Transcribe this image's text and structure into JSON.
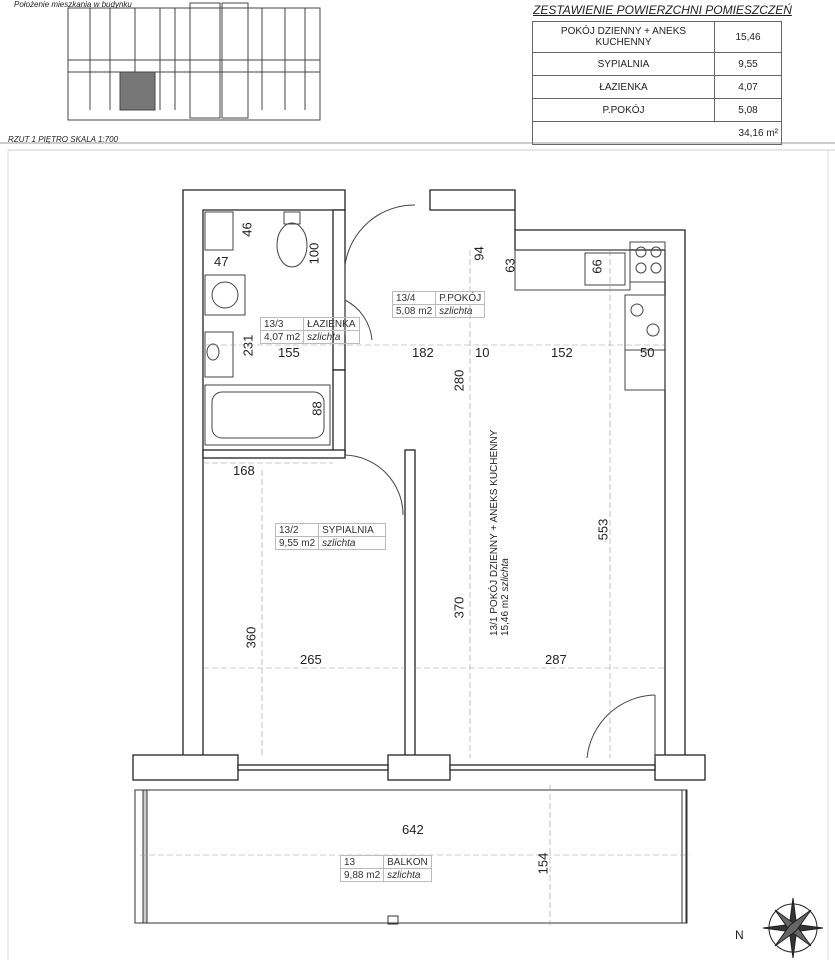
{
  "header": {
    "location_label": "Położenie mieszkania w budynku",
    "floor_label": "RZUT 1 PIĘTRO SKALA 1:700"
  },
  "summary": {
    "title": "ZESTAWIENIE POWIERZCHNI POMIESZCZEŃ",
    "rows": [
      {
        "name": "POKÓJ DZIENNY + ANEKS KUCHENNY",
        "area": "15,46"
      },
      {
        "name": "SYPIALNIA",
        "area": "9,55"
      },
      {
        "name": "ŁAZIENKA",
        "area": "4,07"
      },
      {
        "name": "P.POKÓJ",
        "area": "5,08"
      }
    ],
    "total": "34,16 m²"
  },
  "rooms": {
    "bath": {
      "num": "13/3",
      "name": "ŁAZIENKA",
      "area": "4,07 m2",
      "finish": "szlichta"
    },
    "hall": {
      "num": "13/4",
      "name": "P.POKÓJ",
      "area": "5,08 m2",
      "finish": "szlichta"
    },
    "bed": {
      "num": "13/2",
      "name": "SYPIALNIA",
      "area": "9,55 m2",
      "finish": "szlichta"
    },
    "living": {
      "num": "13/1",
      "name": "POKÓJ DZIENNY + ANEKS KUCHENNY",
      "area": "15,46 m2",
      "finish": "szlichta"
    },
    "balcony": {
      "num": "13",
      "name": "BALKON",
      "area": "9,88 m2",
      "finish": "szlichta"
    }
  },
  "dims": {
    "d46": "46",
    "d47": "47",
    "d100": "100",
    "d94": "94",
    "d63": "63",
    "d66": "66",
    "d231": "231",
    "d155": "155",
    "d182": "182",
    "d10": "10",
    "d152": "152",
    "d50": "50",
    "d280": "280",
    "d88": "88",
    "d168": "168",
    "d553": "553",
    "d370": "370",
    "d360": "360",
    "d265": "265",
    "d287": "287",
    "d642": "642",
    "d154": "154"
  },
  "compass": {
    "label": "N"
  }
}
